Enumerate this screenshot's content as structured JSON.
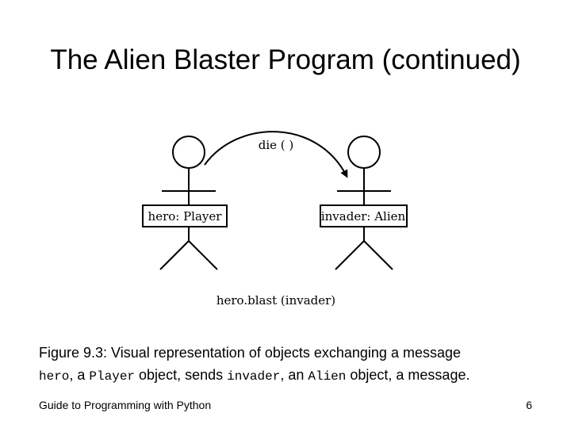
{
  "slide": {
    "title": "The Alien Blaster Program (continued)"
  },
  "diagram": {
    "message_label": "die ( )",
    "left_object_label": "hero: Player",
    "right_object_label": "invader: Alien",
    "call_label": "hero.blast (invader)"
  },
  "caption": {
    "line1": "Figure 9.3: Visual representation of objects exchanging a message",
    "code_hero": "hero",
    "text_a": ", a ",
    "code_player": "Player",
    "text_object_sends": " object, sends ",
    "code_invader": "invader",
    "text_an": ", an ",
    "code_alien": "Alien",
    "text_object_message": " object, a message."
  },
  "footer": {
    "left_text": "Guide to Programming with Python",
    "page_number": "6"
  }
}
